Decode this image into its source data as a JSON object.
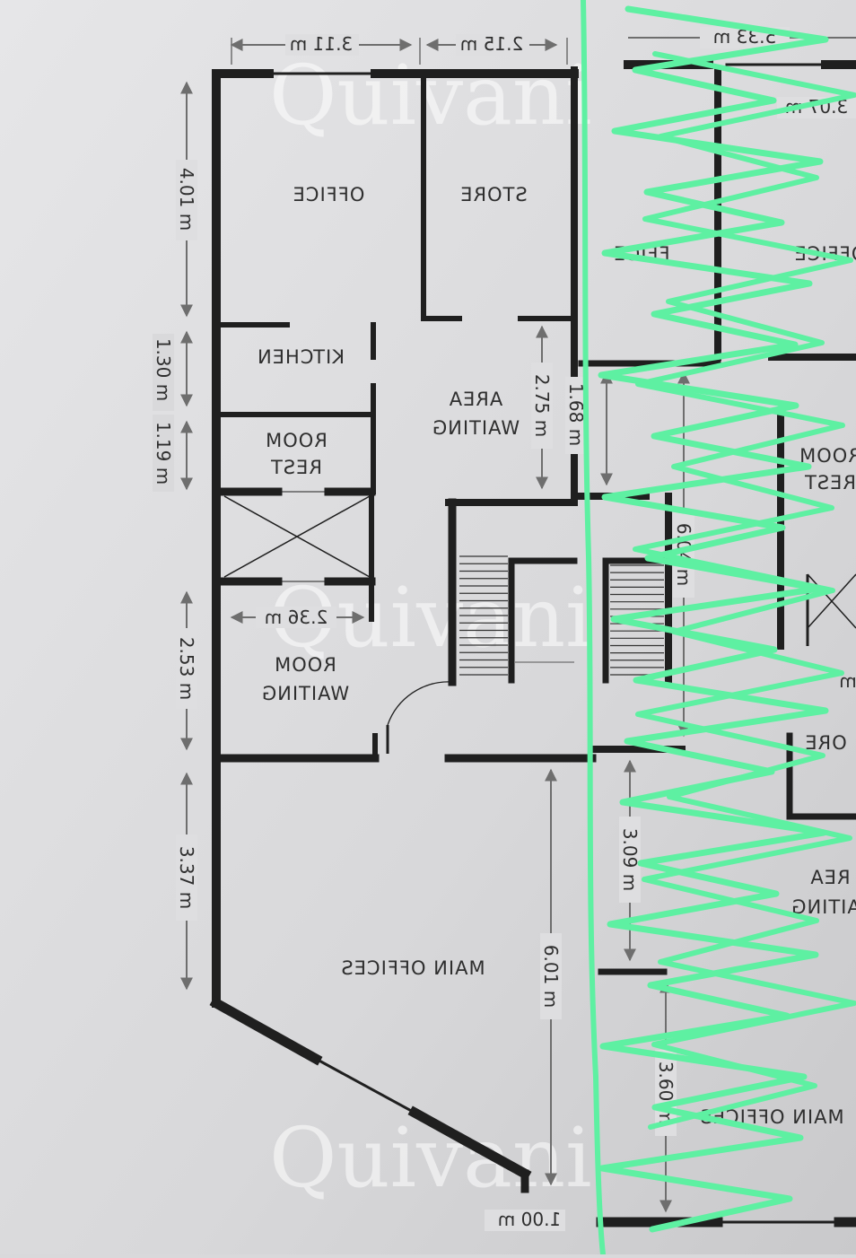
{
  "watermark": "Quivani",
  "rooms": {
    "office": "OFFICE",
    "store": "STORE",
    "kitchen": "KITCHEN",
    "rest_room_1": "REST",
    "rest_room_2": "ROOM",
    "waiting_area_1": "WAITING",
    "waiting_area_2": "AREA",
    "waiting_room_1": "WAITING",
    "waiting_room_2": "ROOM",
    "main_offices": "MAIN OFFICES"
  },
  "dimensions": {
    "office_width": "3.11 m",
    "store_width": "2.15 m",
    "top_right_width": "5.33 m",
    "office_height": "4.01 m",
    "kitchen_height": "1.30 m",
    "rest_room_height": "1.19 m",
    "waiting_room_height": "2.53 m",
    "waiting_room_width": "2.36 m",
    "main_offices_height": "3.37 m",
    "waiting_area_height": "2.75 m",
    "main_offices_depth": "6.01 m",
    "bottom_width": "1.00 m",
    "right_unit_depth": "6.04 m",
    "right_waiting_depth": "3.09 m",
    "right_main_depth": "3.60 m",
    "right_office_width": "3.07 m",
    "corridor_width": "1.68 m"
  },
  "right_fragments": {
    "office": "OFFICE",
    "office_partial": "FFICE",
    "rest": "REST",
    "room": "ROOM",
    "store_partial": "ORE",
    "waiting_partial": "AITING",
    "area_partial": "REA",
    "main_offices_partial": "MAIN OFFICES",
    "dim_partial": "m"
  },
  "colors": {
    "paper": "#d9d9db",
    "wall": "#1f1f1f",
    "dimension": "#6e6e6e",
    "scribble": "#5ef0a2"
  }
}
